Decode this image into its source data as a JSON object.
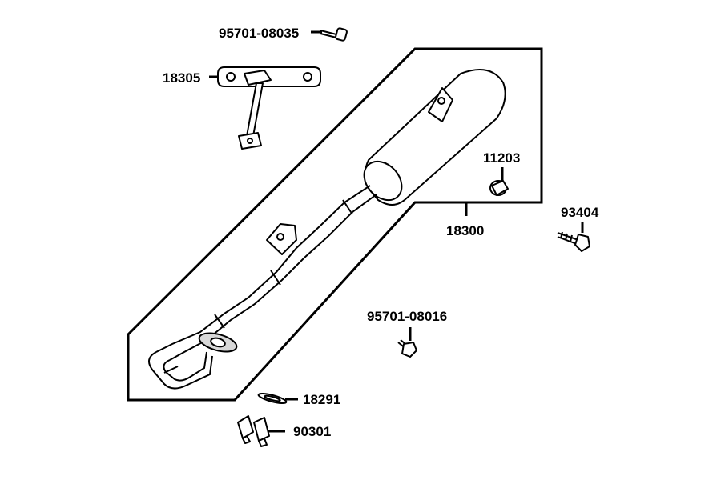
{
  "parts": [
    {
      "id": "label-95701-08035",
      "number": "95701-08035"
    },
    {
      "id": "label-18305",
      "number": "18305"
    },
    {
      "id": "label-11203",
      "number": "11203"
    },
    {
      "id": "label-18300",
      "number": "18300"
    },
    {
      "id": "label-93404",
      "number": "93404"
    },
    {
      "id": "label-95701-08016",
      "number": "95701-08016"
    },
    {
      "id": "label-18291",
      "number": "18291"
    },
    {
      "id": "label-90301",
      "number": "90301"
    }
  ]
}
